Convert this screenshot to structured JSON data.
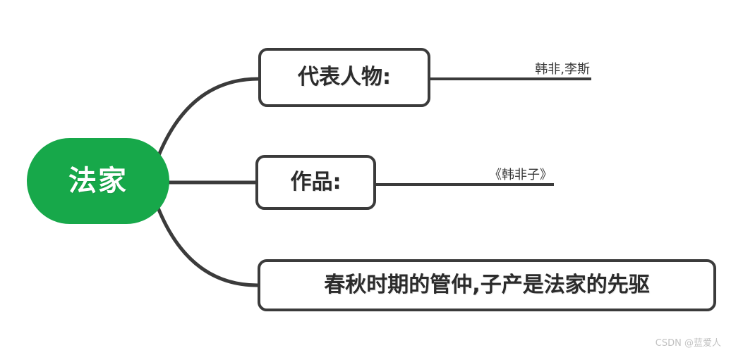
{
  "diagram": {
    "type": "mind-map",
    "root": {
      "label": "法家",
      "fill_color": "#17A84A",
      "text_color": "#FFFFFF"
    },
    "branch_color": "#3B3B3B",
    "box_border_color": "#3B3B3B",
    "box_fill_color": "#FFFFFF",
    "branches": [
      {
        "id": "representatives",
        "label": "代表人物:",
        "leaf": "韩非,李斯"
      },
      {
        "id": "works",
        "label": "作品:",
        "leaf": "《韩非子》"
      },
      {
        "id": "precursors",
        "label": "春秋时期的管仲,子产是法家的先驱",
        "leaf": ""
      }
    ]
  },
  "watermark": {
    "text": "CSDN @蓝爱人"
  }
}
